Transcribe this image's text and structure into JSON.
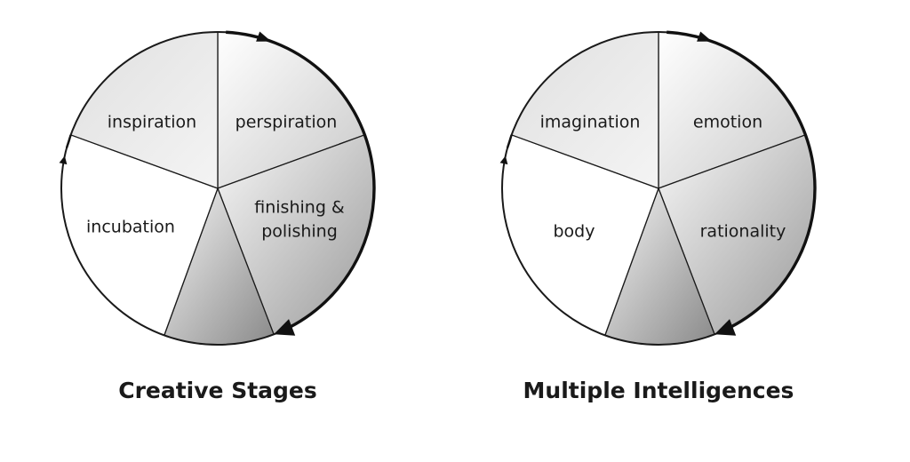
{
  "diagrams": [
    {
      "caption": "Creative Stages",
      "segments": [
        {
          "lines": [
            "inspiration"
          ]
        },
        {
          "lines": [
            "perspiration"
          ]
        },
        {
          "lines": [
            "finishing &",
            "polishing"
          ]
        },
        {
          "lines": []
        },
        {
          "lines": [
            "incubation"
          ]
        }
      ]
    },
    {
      "caption": "Multiple Intelligences",
      "segments": [
        {
          "lines": [
            "imagination"
          ]
        },
        {
          "lines": [
            "emotion"
          ]
        },
        {
          "lines": [
            "rationality"
          ]
        },
        {
          "lines": []
        },
        {
          "lines": [
            "body"
          ]
        }
      ]
    }
  ]
}
